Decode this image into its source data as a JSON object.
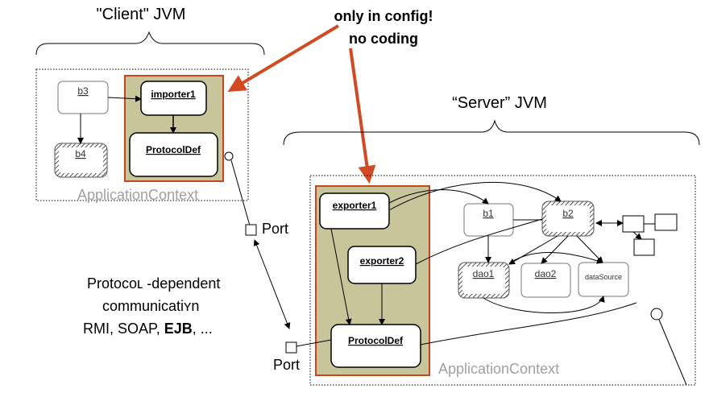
{
  "client": {
    "jvm_label": "\"Client\" JVM",
    "context_label": "ApplicationContext",
    "beans": {
      "b3": "b3",
      "b4": "b4",
      "importer": "importer1",
      "protocol": "ProtocolDef"
    }
  },
  "server": {
    "jvm_label": "“Server” JVM",
    "context_label": "ApplicationContext",
    "beans": {
      "exporter1": "exporter1",
      "exporter2": "exporter2",
      "protocol": "ProtocolDef",
      "b1": "b1",
      "b2": "b2",
      "dao1": "dao1",
      "dao2": "dao2",
      "datasource": "dataSource"
    }
  },
  "callout": {
    "line1": "only in config!",
    "line2": "no coding"
  },
  "ports": {
    "client_port": "Port",
    "server_port": "Port"
  },
  "protocol_text": {
    "line1": "Protocoʟ -dependent",
    "line2": "communicatiʏn",
    "line3_prefix": "RMI, SOAP, ",
    "line3_bold": "EJB",
    "line3_suffix": ", ..."
  },
  "colors": {
    "config_area_fill": "#c9c59a",
    "config_area_border": "#c8461e",
    "callout_arrow": "#d24a22",
    "context_text": "#a0a0a0"
  }
}
